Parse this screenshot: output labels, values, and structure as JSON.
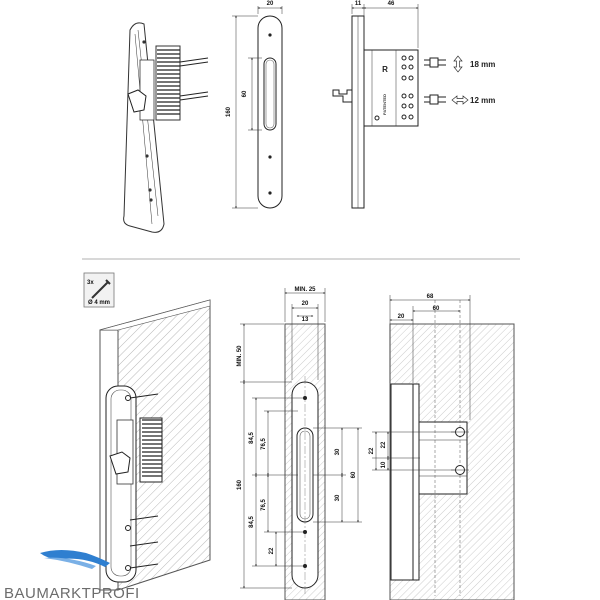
{
  "top_front_view": {
    "dims": {
      "width": "20",
      "slot_height": "60",
      "total_height": "160"
    }
  },
  "top_side_view": {
    "dims": {
      "plate_thickness": "11",
      "body_depth": "46"
    },
    "adjust_vertical": "18 mm",
    "adjust_horizontal": "12 mm",
    "body_letter": "R",
    "body_text": "PATENTED"
  },
  "screw_badge": {
    "count": "3x",
    "diameter": "Ø 4 mm"
  },
  "bottom_front_view": {
    "dims": {
      "min_width": "MIN. 25",
      "width_20": "20",
      "width_13": "13",
      "min_offset": "MIN. 50",
      "total": "160",
      "upper_84": "84,5",
      "upper_76": "76,5",
      "lower_84": "84,5",
      "lower_76": "76,5",
      "lower_22": "22",
      "slot_30_a": "30",
      "slot_30_b": "30",
      "slot_60": "60"
    }
  },
  "bottom_section_view": {
    "dims": {
      "d68": "68",
      "d60": "60",
      "d20": "20",
      "v22_a": "22",
      "v22_b": "22",
      "v10": "10"
    }
  },
  "brand": {
    "name": "BAUMARKTPROFI"
  }
}
